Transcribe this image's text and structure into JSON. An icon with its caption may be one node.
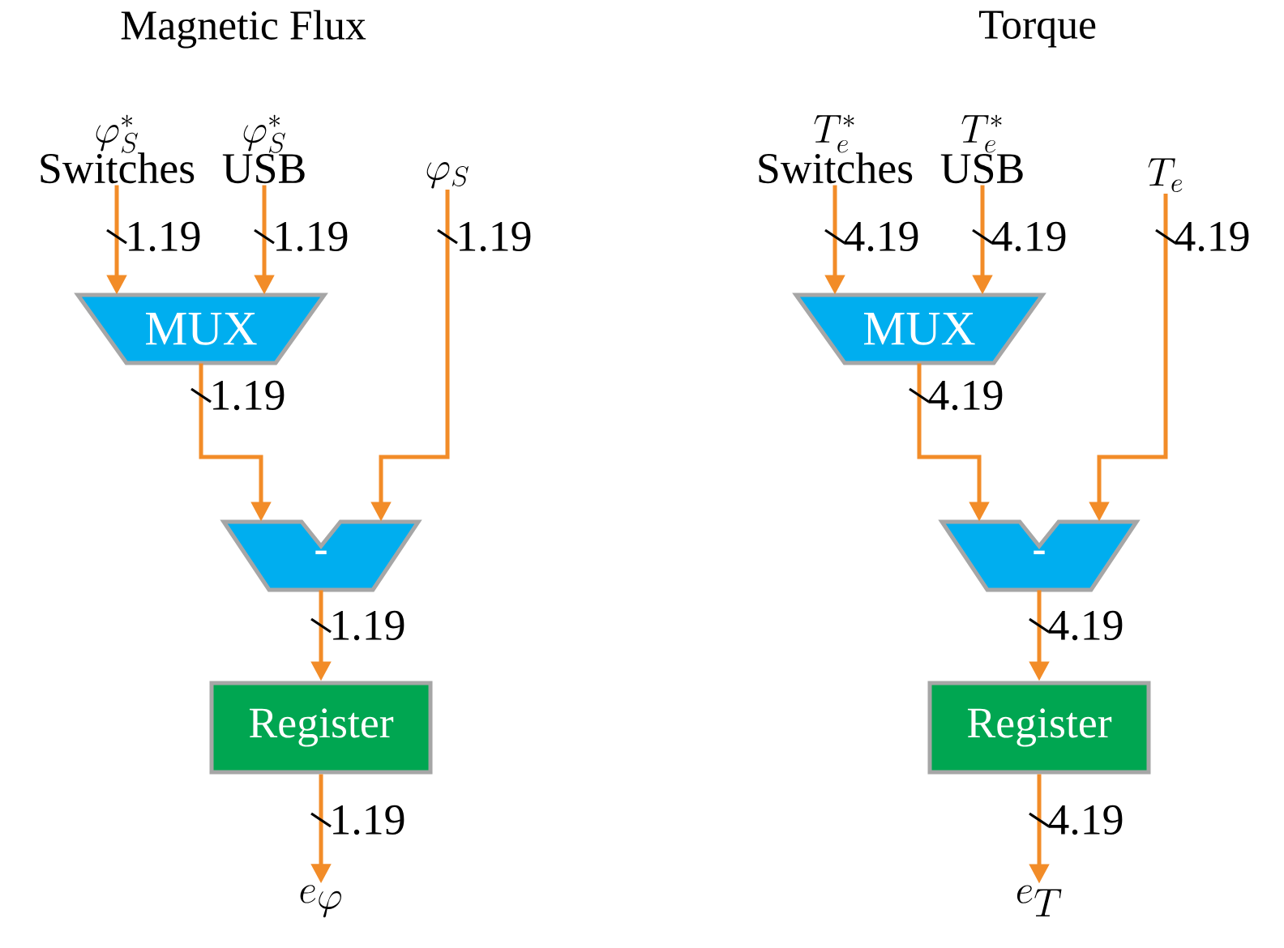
{
  "diagram": {
    "nodes": [
      {
        "text": [
          "\\varphi^{*}_{S}",
          "Switches"
        ]
      },
      {
        "text": [
          "\\varphi^{*}_{S}",
          "USB"
        ]
      },
      {
        "text": [
          "\\varphi_{S}"
        ]
      },
      {
        "text": [
          "MUX"
        ]
      },
      {
        "text": [
          "-"
        ]
      },
      {
        "text": [
          "Register"
        ]
      },
      {
        "text": [
          "e_{\\varphi}"
        ]
      },
      {
        "text": [
          "T^{*}_{e}",
          "Switches"
        ]
      },
      {
        "text": [
          "T^{*}_{e}",
          "USB"
        ]
      },
      {
        "text": [
          "T_{e}"
        ]
      },
      {
        "text": [
          "MUX"
        ]
      },
      {
        "text": [
          "-"
        ]
      },
      {
        "text": [
          "Register"
        ]
      },
      {
        "text": [
          "e_{T}"
        ]
      }
    ],
    "edges": [
      {
        "from": 0,
        "to": 3,
        "arrow": "to",
        "label": "1.19"
      },
      {
        "from": 1,
        "to": 3,
        "arrow": "to",
        "label": "1.19"
      },
      {
        "from": 2,
        "to": 4,
        "arrow": "to",
        "label": "1.19"
      },
      {
        "from": 3,
        "to": 4,
        "arrow": "to",
        "label": "1.19"
      },
      {
        "from": 4,
        "to": 5,
        "arrow": "to",
        "label": "1.19"
      },
      {
        "from": 5,
        "to": 6,
        "arrow": "to",
        "label": "1.19"
      },
      {
        "from": 7,
        "to": 10,
        "arrow": "to",
        "label": "4.19"
      },
      {
        "from": 8,
        "to": 10,
        "arrow": "to",
        "label": "4.19"
      },
      {
        "from": 9,
        "to": 11,
        "arrow": "to",
        "label": "4.19"
      },
      {
        "from": 10,
        "to": 11,
        "arrow": "to",
        "label": "4.19"
      },
      {
        "from": 11,
        "to": 12,
        "arrow": "to",
        "label": "4.19"
      },
      {
        "from": 12,
        "to": 13,
        "arrow": "to",
        "label": "4.19"
      }
    ],
    "labels": [
      "Magnetic Flux",
      "Torque"
    ]
  }
}
